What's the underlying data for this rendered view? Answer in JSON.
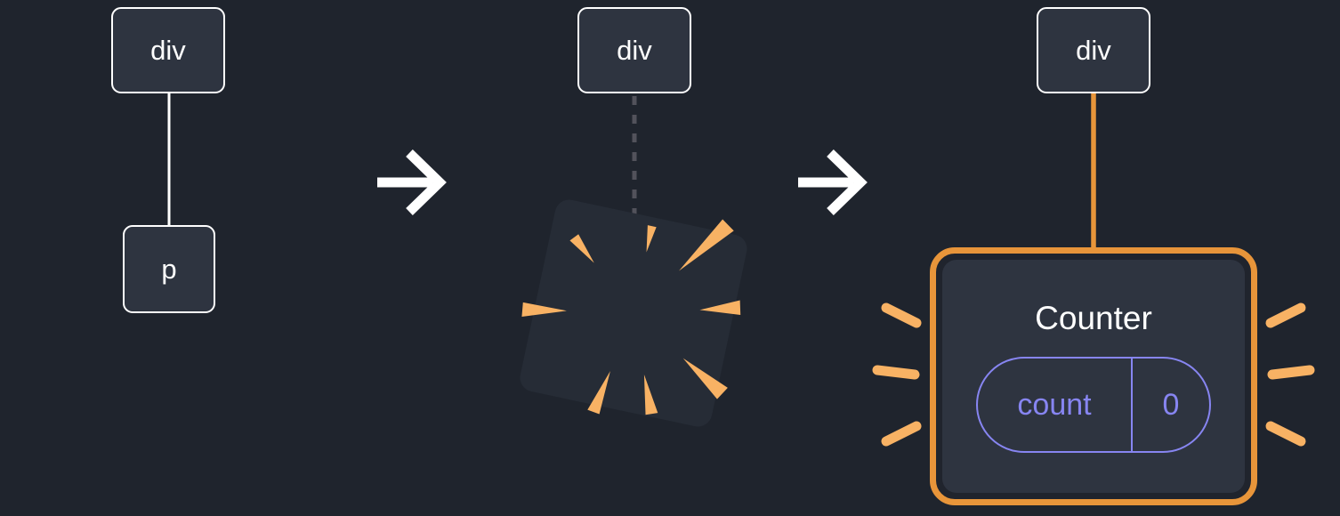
{
  "colors": {
    "background": "#1f242d",
    "node_fill": "#2e3440",
    "node_border": "#ffffff",
    "text": "#ffffff",
    "connector_white": "#ffffff",
    "connector_dashed": "#52525b",
    "orange": "#e8953a",
    "spark": "#f8b264",
    "lavender": "#8785f1",
    "burst_fill": "#262c36",
    "card_gap": "#20242d"
  },
  "stage1": {
    "parent_label": "div",
    "child_label": "p"
  },
  "stage2": {
    "parent_label": "div"
  },
  "stage3": {
    "parent_label": "div",
    "component_title": "Counter",
    "state_key": "count",
    "state_value": "0"
  }
}
